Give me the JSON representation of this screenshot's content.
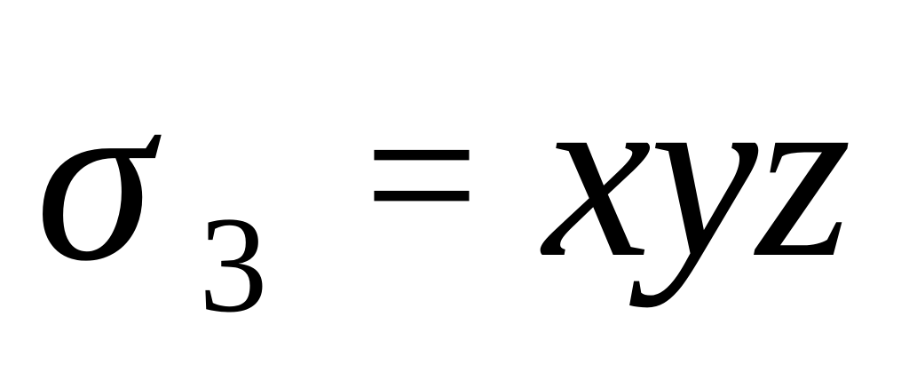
{
  "formula": {
    "symbol": "σ",
    "subscript": "3",
    "operator": "=",
    "rhs": "xyz"
  }
}
